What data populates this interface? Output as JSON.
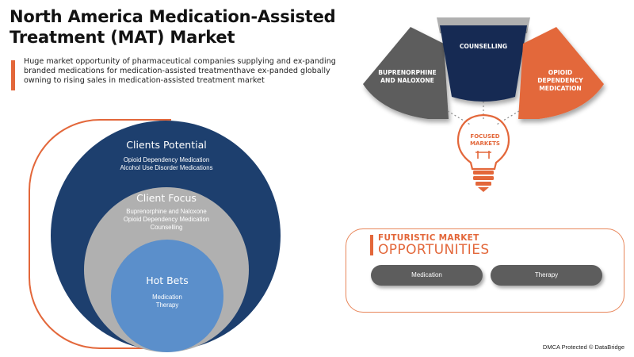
{
  "header": {
    "title": "North America Medication-Assisted Treatment (MAT) Market",
    "description": "Huge market opportunity of pharmaceutical companies supplying and ex-panding branded medications for medication-assisted treatmenthave ex-panded globally owning to rising sales in medication-assisted treatment market"
  },
  "colors": {
    "accent": "#e3673a",
    "navy": "#1d3f6e",
    "gray": "#b0b0b0",
    "blue": "#5b8fcb",
    "dark_gray": "#5d5d5d",
    "dark_navy": "#152a52"
  },
  "circles": {
    "outer": {
      "title": "Clients Potential",
      "items": [
        "Opioid Dependency Medication",
        "Alcohol Use Disorder Medications"
      ]
    },
    "middle": {
      "title": "Client Focus",
      "items": [
        "Buprenorphine and Naloxone",
        "Opioid Dependency Medication",
        "Counselling"
      ]
    },
    "inner": {
      "title": "Hot Bets",
      "items": [
        "Medication",
        "Therapy"
      ]
    }
  },
  "focused_markets": {
    "label": [
      "FOCUSED",
      "MARKETS"
    ],
    "icon": "lightbulb-icon",
    "petals": [
      [
        "BUPRENORPHINE",
        "AND NALOXONE"
      ],
      [
        "COUNSELLING"
      ],
      [
        "OPIOID DEPENDENCY",
        "MEDICATION"
      ]
    ]
  },
  "opportunities": {
    "title_line1": "FUTURISTIC MARKET",
    "title_line2": "OPPORTUNITIES",
    "items": [
      "Medication",
      "Therapy"
    ]
  },
  "footer": {
    "text": "DMCA Protected © DataBridge"
  }
}
